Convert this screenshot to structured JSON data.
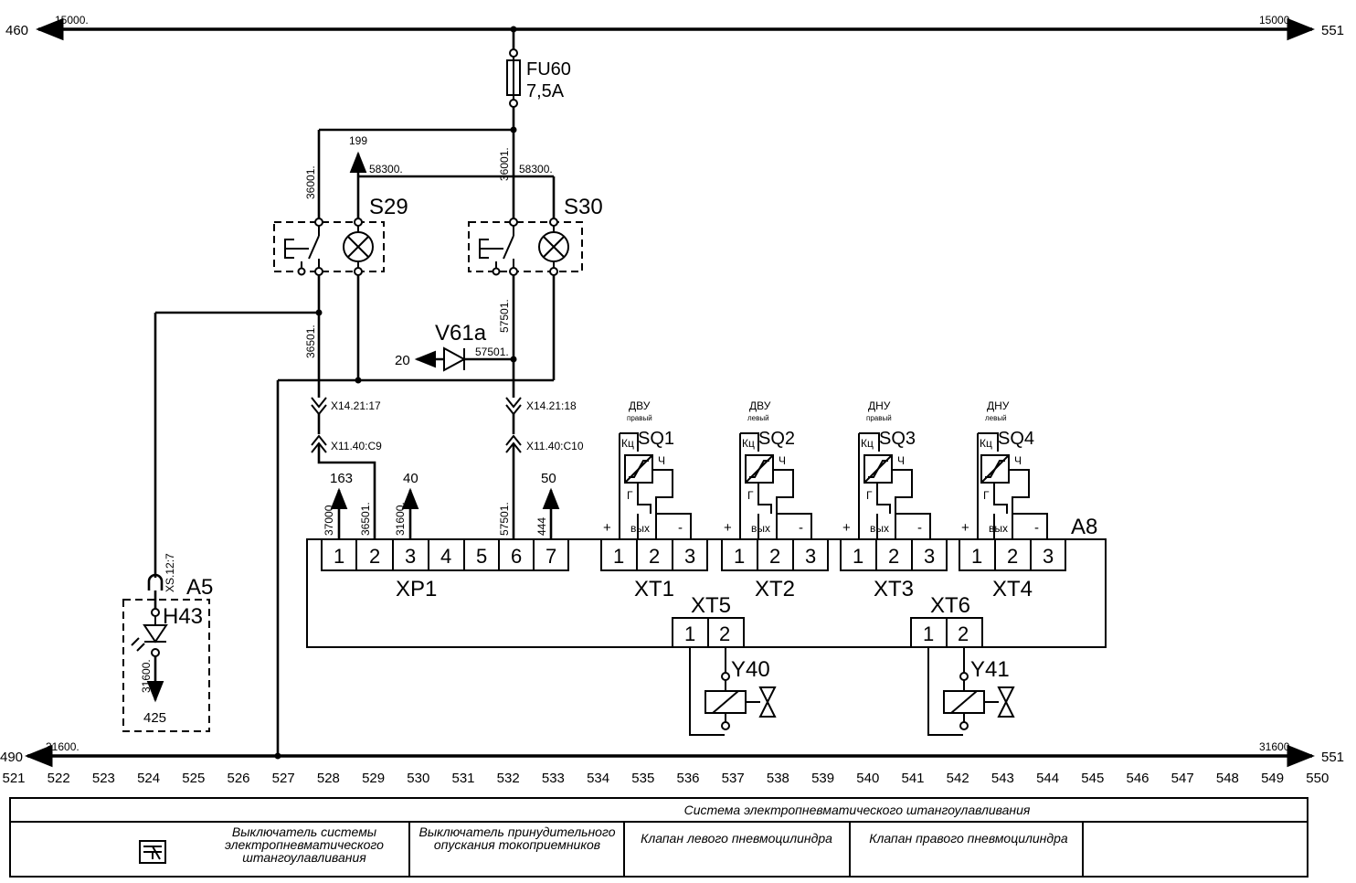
{
  "bus_top": {
    "left_ref": "460",
    "right_ref": "551",
    "left_wire": "15000.",
    "right_wire": "15000."
  },
  "bus_bottom": {
    "left_ref": "490",
    "right_ref": "551",
    "left_wire": "31600.",
    "right_wire": "31600."
  },
  "fuse": {
    "name": "FU60",
    "rating": "7,5A"
  },
  "switches": [
    {
      "name": "S29",
      "up_ref": "199",
      "wire_left": "36001.",
      "wire_right": "58300.",
      "wire_down": "36501."
    },
    {
      "name": "S30",
      "wire_left": "36001.",
      "wire_right": "58300.",
      "wire_down": "57501."
    }
  ],
  "diode": {
    "name": "V61a",
    "ref": "20",
    "wire": "57501."
  },
  "connectors": [
    {
      "top": "X14.21:17",
      "bottom": "X11.40:C9"
    },
    {
      "top": "X14.21:18",
      "bottom": "X11.40:C10"
    }
  ],
  "xp1": {
    "name": "XP1",
    "pins": [
      "1",
      "2",
      "3",
      "4",
      "5",
      "6",
      "7"
    ],
    "wires": [
      "37000",
      "36501.",
      "31600.",
      "57501.",
      "444"
    ],
    "refs": [
      "163",
      "40",
      "50"
    ]
  },
  "module": {
    "name": "A8"
  },
  "sensors": [
    {
      "title": "ДВУ",
      "sub": "правый",
      "name": "SQ1",
      "block": "XT1"
    },
    {
      "title": "ДВУ",
      "sub": "левый",
      "name": "SQ2",
      "block": "XT2"
    },
    {
      "title": "ДНУ",
      "sub": "правый",
      "name": "SQ3",
      "block": "XT3"
    },
    {
      "title": "ДНУ",
      "sub": "левый",
      "name": "SQ4",
      "block": "XT4"
    }
  ],
  "sensor_labels": {
    "ku": "Кц",
    "ch": "Ч",
    "g": "Г",
    "out": "вых",
    "plus": "+",
    "minus": "-",
    "pins": [
      "1",
      "2",
      "3"
    ]
  },
  "valves": [
    {
      "block": "XT5",
      "name": "Y40",
      "pins": [
        "1",
        "2"
      ]
    },
    {
      "block": "XT6",
      "name": "Y41",
      "pins": [
        "1",
        "2"
      ]
    }
  ],
  "indicator": {
    "panel": "A5",
    "plug": "XS.12:7",
    "lamp": "H43",
    "wire": "31600.",
    "ref": "425"
  },
  "columns": [
    "521",
    "522",
    "523",
    "524",
    "525",
    "526",
    "527",
    "528",
    "529",
    "530",
    "531",
    "532",
    "533",
    "534",
    "535",
    "536",
    "537",
    "538",
    "539",
    "540",
    "541",
    "542",
    "543",
    "544",
    "545",
    "546",
    "547",
    "548",
    "549",
    "550"
  ],
  "title_block": {
    "title": "Система электропневматического штангоулавливания",
    "cells": [
      "Выключатель системы электропневматического штангоулавливания",
      "Выключатель принудительного опускания токоприемников",
      "Клапан левого пневмоцилиндра",
      "Клапан правого пневмоцилиндра"
    ],
    "symbol_icon": "switch-symbol-icon"
  }
}
